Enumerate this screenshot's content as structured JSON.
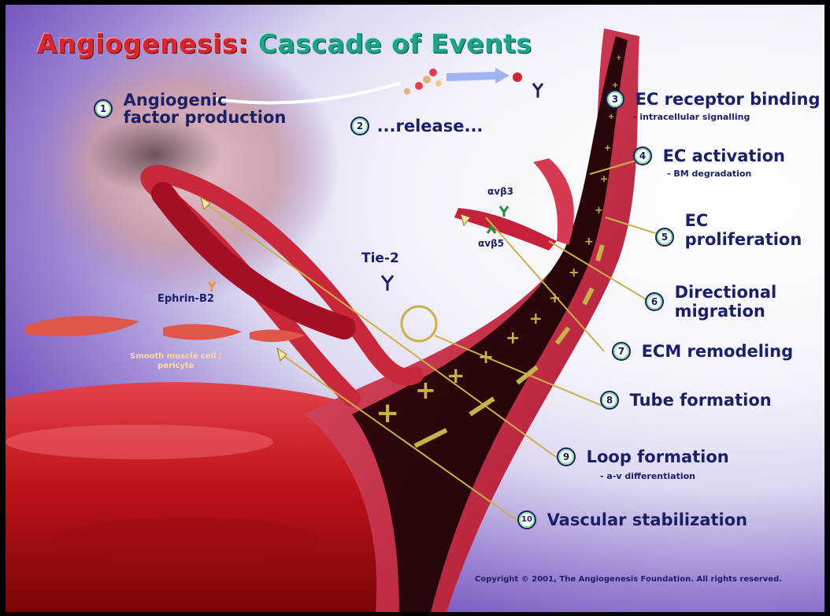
{
  "title": {
    "part1": "Angiogenesis:",
    "part2": "Cascade of Events"
  },
  "steps": [
    {
      "number": "1",
      "label_line1": "Angiogenic",
      "label_line2": "factor production"
    },
    {
      "number": "2",
      "label": "...release..."
    },
    {
      "number": "3",
      "label": "EC receptor binding",
      "sublabel": "- intracellular signalling"
    },
    {
      "number": "4",
      "label": "EC activation",
      "sublabel": "- BM degradation"
    },
    {
      "number": "5",
      "label_line1": "EC",
      "label_line2": "proliferation"
    },
    {
      "number": "6",
      "label_line1": "Directional",
      "label_line2": "migration"
    },
    {
      "number": "7",
      "label": "ECM remodeling"
    },
    {
      "number": "8",
      "label": "Tube formation"
    },
    {
      "number": "9",
      "label": "Loop formation",
      "sublabel": "- a-v differentiation"
    },
    {
      "number": "10",
      "label": "Vascular stabilization"
    }
  ],
  "annotations": {
    "tie2": "Tie-2",
    "ephrin": "Ephrin-B2",
    "smooth_muscle_line1": "Smooth muscle cell /",
    "smooth_muscle_line2": "pericyte",
    "integrin_a": "αvβ3",
    "integrin_b": "αvβ5"
  },
  "copyright": "Copyright © 2001, The Angiogenesis Foundation.  All rights reserved.",
  "colors": {
    "title_red": "#d8262f",
    "title_teal": "#1fa28a",
    "label_navy": "#1a1f66",
    "vessel_red": "#c8141c",
    "background_purple": "#5a35a8"
  }
}
